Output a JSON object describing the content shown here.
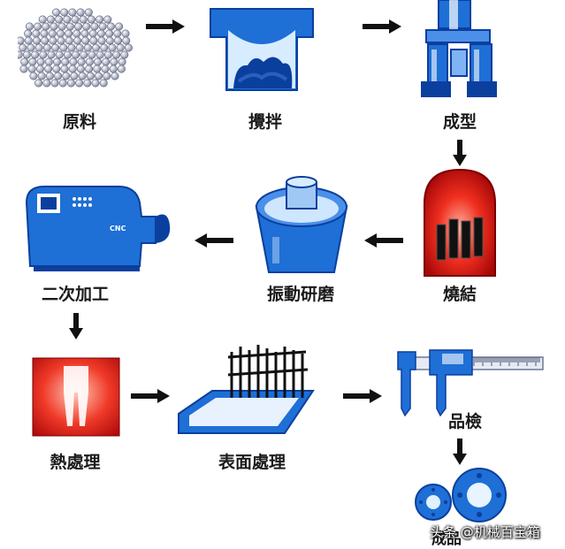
{
  "steps": {
    "raw_material": "原料",
    "mixing": "攪拌",
    "forming": "成型",
    "sintering": "燒結",
    "vibration_grinding": "振動研磨",
    "secondary_machining": "二次加工",
    "heat_treatment": "熱處理",
    "surface_treatment": "表面處理",
    "inspection": "品檢",
    "finished_product": "成品"
  },
  "cnc_text": "CNC",
  "watermark": "头条 @机械百宝箱",
  "colors": {
    "blue": "#1e6fd6",
    "dark_blue": "#0b3f9e",
    "red": "#e02020",
    "arrow": "#111111"
  }
}
